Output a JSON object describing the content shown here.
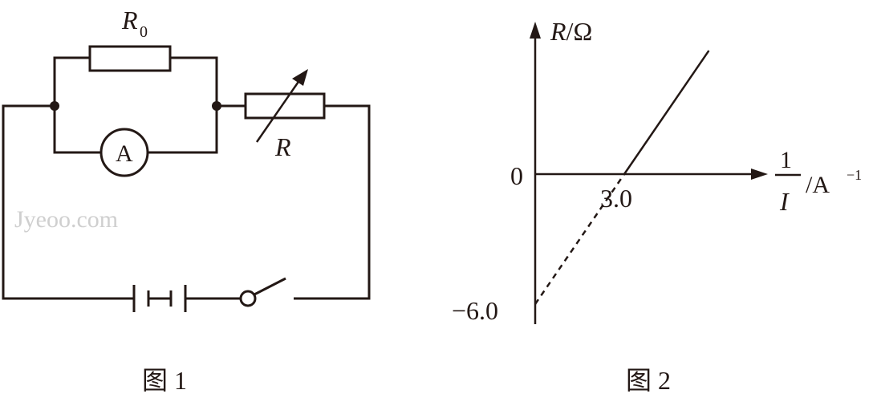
{
  "figure1": {
    "resistor_fixed_label": "R",
    "resistor_fixed_subscript": "0",
    "ammeter_label": "A",
    "rheostat_label": "R",
    "caption": "图 1"
  },
  "figure2": {
    "y_axis_label": "R/Ω",
    "x_axis_numerator": "1",
    "x_axis_denominator": "I",
    "x_axis_unit": "/A",
    "x_axis_unit_exponent": "−1",
    "origin_label": "0",
    "x_intercept_label": "3.0",
    "y_intercept_label": "−6.0",
    "caption": "图 2"
  },
  "watermark": "Jyeoo.com",
  "chart_data": {
    "type": "line",
    "xlabel": "1/I /A⁻¹",
    "ylabel": "R/Ω",
    "series": [
      {
        "style": "solid",
        "x": [
          3.0,
          5.85
        ],
        "y": [
          0,
          5.7
        ]
      },
      {
        "style": "dashed",
        "x": [
          0,
          3.0
        ],
        "y": [
          -6.0,
          0
        ]
      }
    ],
    "annotations": [
      "3.0",
      "−6.0",
      "0"
    ]
  }
}
